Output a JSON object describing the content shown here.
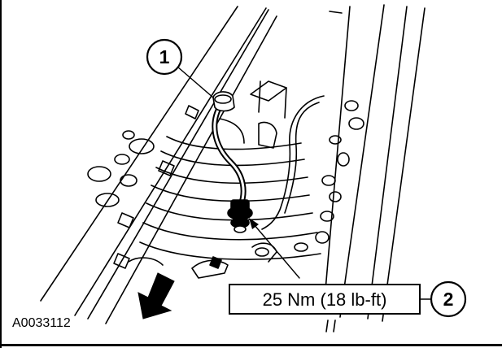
{
  "callouts": [
    {
      "number": "1"
    },
    {
      "number": "2",
      "torque_label": "25 Nm (18 lb-ft)"
    }
  ],
  "figure_id": "A0033112",
  "colors": {
    "ink": "#000000",
    "paper": "#ffffff"
  }
}
